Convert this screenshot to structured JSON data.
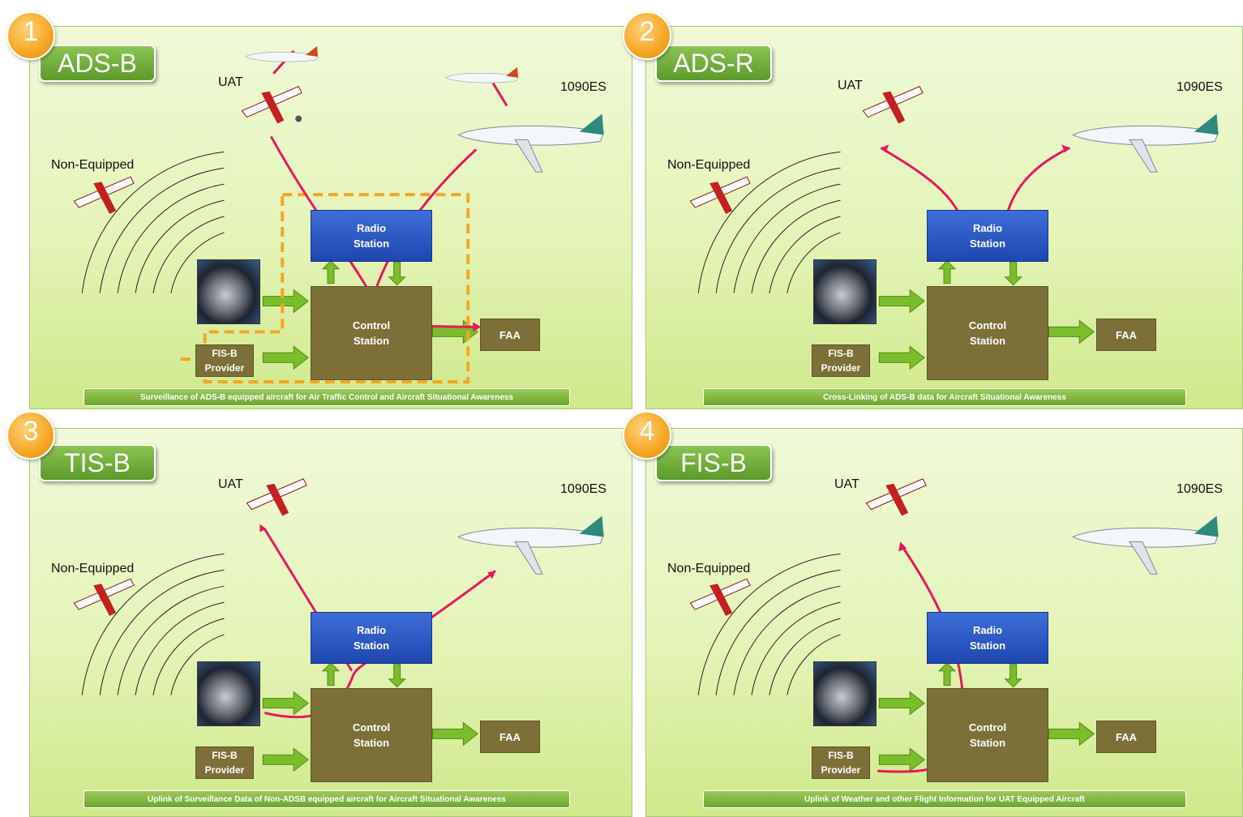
{
  "panels": [
    {
      "number": "1",
      "title": "ADS-B",
      "caption": "Surveillance of ADS-B equipped aircraft for Air Traffic Control and Aircraft Situational Awareness"
    },
    {
      "number": "2",
      "title": "ADS-R",
      "caption": "Cross-Linking of ADS-B data for Aircraft Situational Awareness"
    },
    {
      "number": "3",
      "title": "TIS-B",
      "caption": "Uplink of Surveillance Data of Non-ADSB equipped aircraft for Aircraft Situational Awareness"
    },
    {
      "number": "4",
      "title": "FIS-B",
      "caption": "Uplink of Weather and other Flight Information for UAT Equipped Aircraft"
    }
  ],
  "labels": {
    "uat": "UAT",
    "es1090": "1090ES",
    "non_equipped": "Non-Equipped",
    "radio_station": "Radio Station",
    "control_station": "Control Station",
    "fisb_provider": "FIS-B Provider",
    "faa": "FAA"
  },
  "colors": {
    "panel_bg": "#e4f4b8",
    "radio_station": "#2f5cc8",
    "control_station": "#7c7038",
    "signal_path": "#e8175d",
    "highlight_dash": "#f5a623",
    "arrow_green": "#7cbd2c"
  },
  "icons": [
    "small-aircraft-icon",
    "airliner-icon",
    "radar-icon",
    "arrow-right-icon",
    "arrow-up-icon",
    "arrow-down-icon"
  ]
}
